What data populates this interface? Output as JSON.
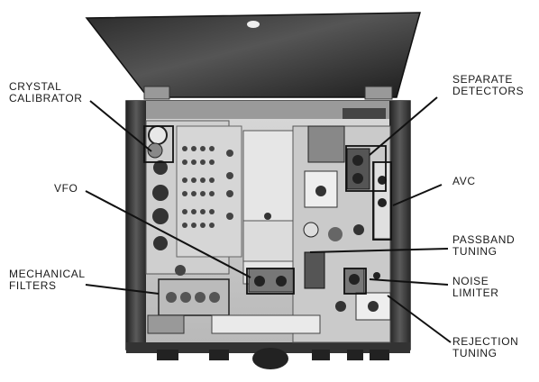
{
  "labels": {
    "crystal_calibrator": [
      "CRYSTAL",
      "CALIBRATOR"
    ],
    "vfo": [
      "VFO"
    ],
    "mechanical_filters": [
      "MECHANICAL",
      "FILTERS"
    ],
    "separate_detectors": [
      "SEPARATE",
      "DETECTORS"
    ],
    "avc": [
      "AVC"
    ],
    "passband_tuning": [
      "PASSBAND",
      "TUNING"
    ],
    "noise_limiter": [
      "NOISE",
      "LIMITER"
    ],
    "rejection_tuning": [
      "REJECTION",
      "TUNING"
    ]
  },
  "photo": {
    "subject": "receiver-chassis",
    "colors": {
      "background": "#ffffff",
      "ink": "#1a1a1a"
    }
  }
}
